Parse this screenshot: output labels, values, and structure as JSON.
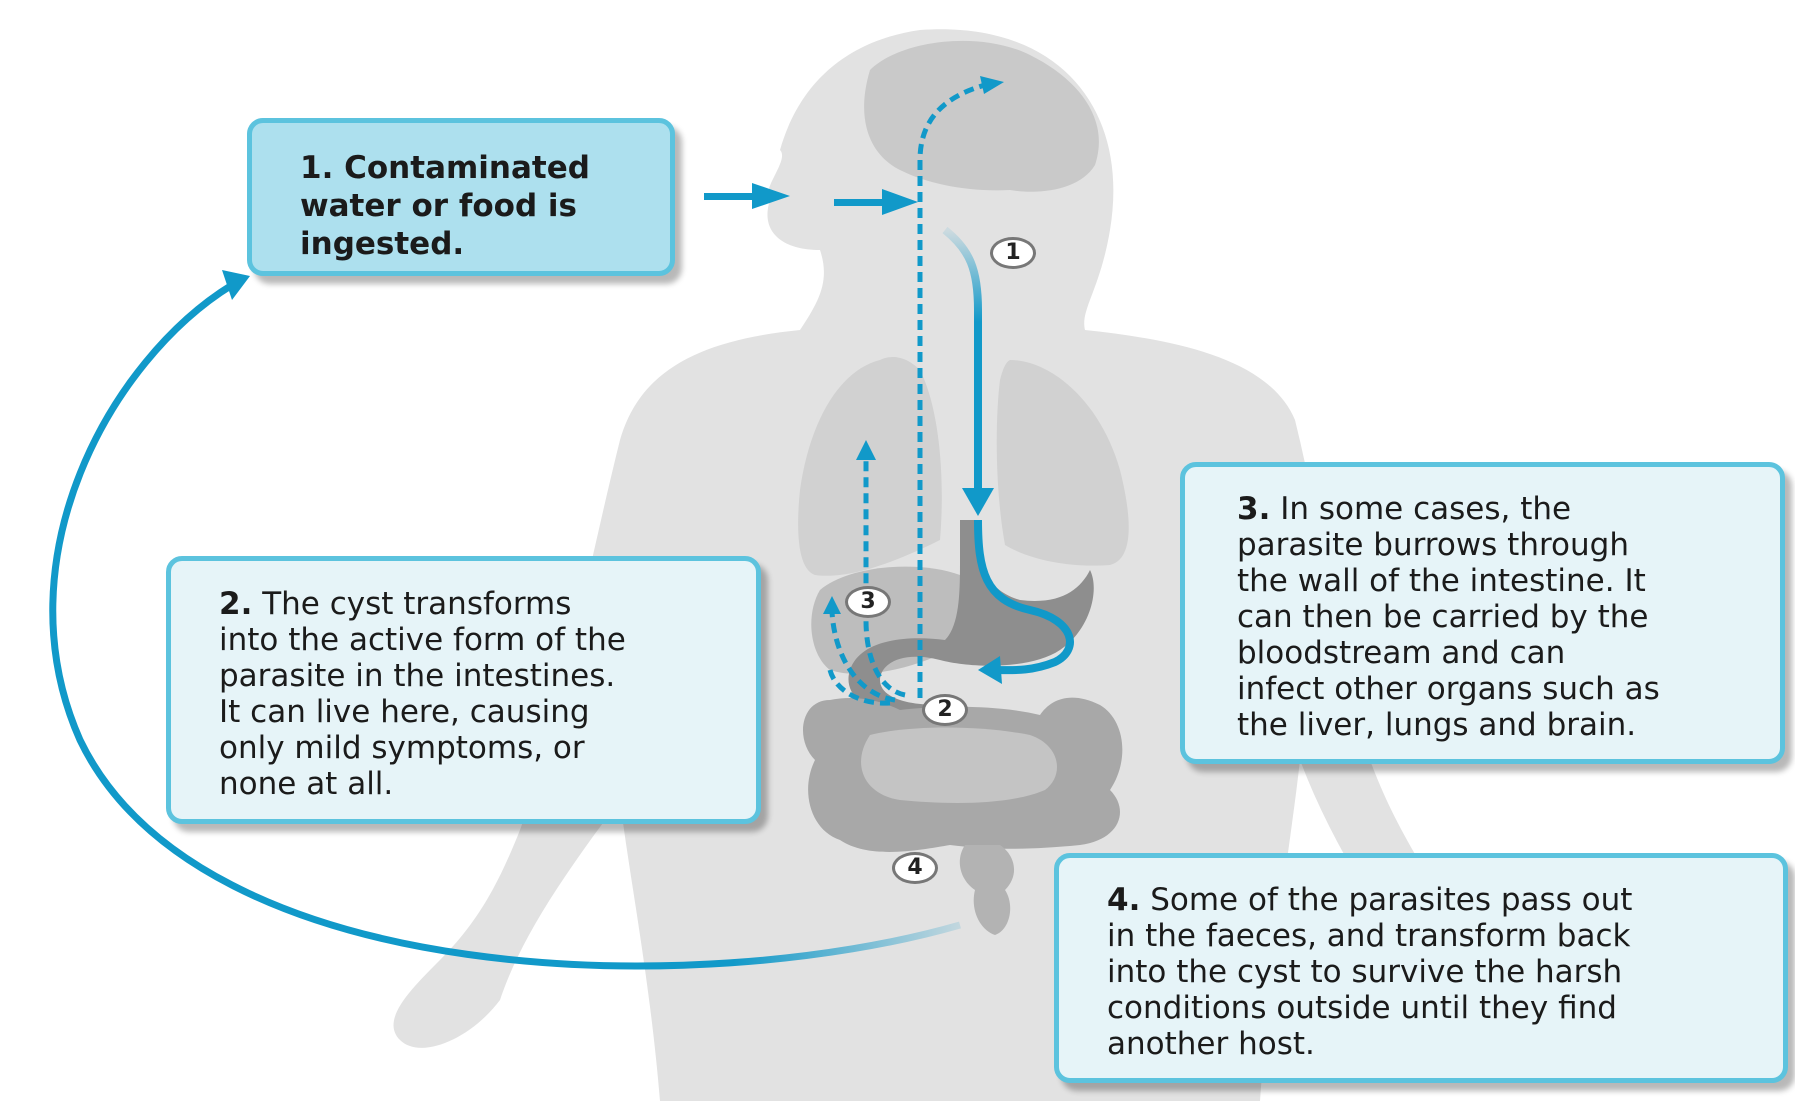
{
  "colors": {
    "accent": "#1199c9",
    "box_border": "#5cc3de",
    "box1_fill": "#ade0ee",
    "box_fill": "#e6f4f8",
    "body_silhouette": "#e2e2e2",
    "organ_dark": "#8e8e8e",
    "organ_light": "#d1d1d1"
  },
  "step_markers": [
    "1",
    "2",
    "3",
    "4"
  ],
  "boxes": {
    "step1": {
      "lines": [
        "1. Contaminated",
        "water or food is",
        "ingested."
      ]
    },
    "step2": {
      "num": "2.",
      "lines": [
        " The cyst transforms",
        "into the active form of the",
        "parasite in the intestines.",
        "It can live here, causing",
        "only mild symptoms, or",
        "none at all."
      ]
    },
    "step3": {
      "num": "3.",
      "lines": [
        " In some cases, the",
        "parasite burrows through",
        "the wall of the intestine. It",
        "can then be carried by the",
        "bloodstream and can",
        "infect other organs such as",
        "the liver, lungs and brain."
      ]
    },
    "step4": {
      "num": "4.",
      "lines": [
        " Some of the parasites pass out",
        "in the faeces, and transform back",
        "into the cyst to survive the harsh",
        "conditions outside until they find",
        "another host."
      ]
    }
  }
}
